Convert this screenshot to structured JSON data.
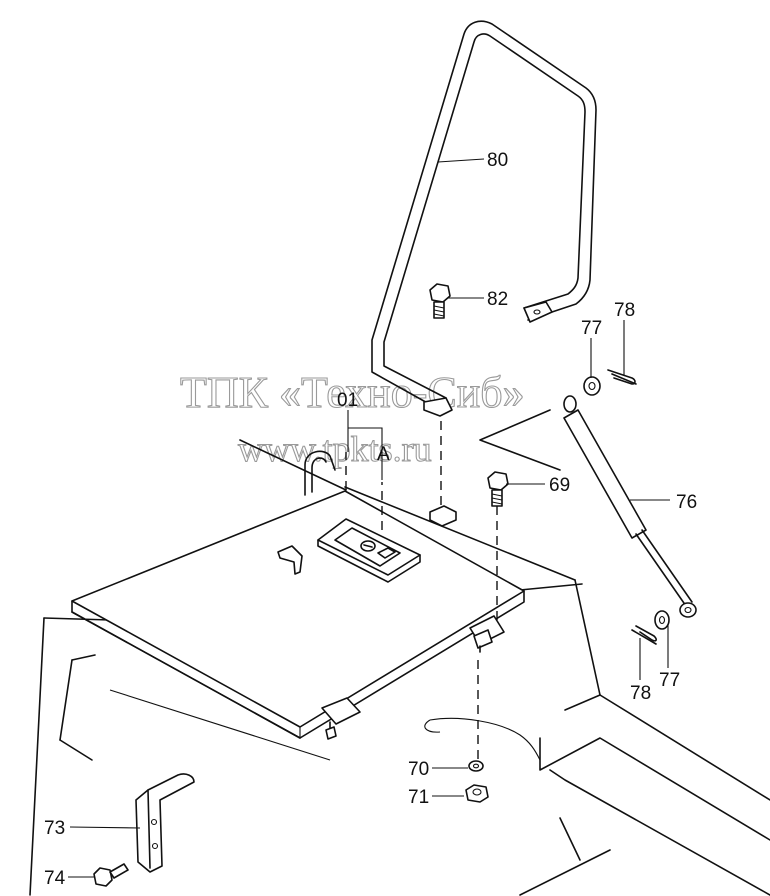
{
  "watermark": {
    "line1": "ТПК «Техно-Сиб»",
    "line2": "www.tpkts.ru"
  },
  "labels": {
    "p80": "80",
    "p82": "82",
    "p78_top": "78",
    "p77_top": "77",
    "p01": "01",
    "pA": "A",
    "p69": "69",
    "p76": "76",
    "p78_bottom": "78",
    "p77_bottom": "77",
    "p70": "70",
    "p71": "71",
    "p73": "73",
    "p74": "74"
  }
}
